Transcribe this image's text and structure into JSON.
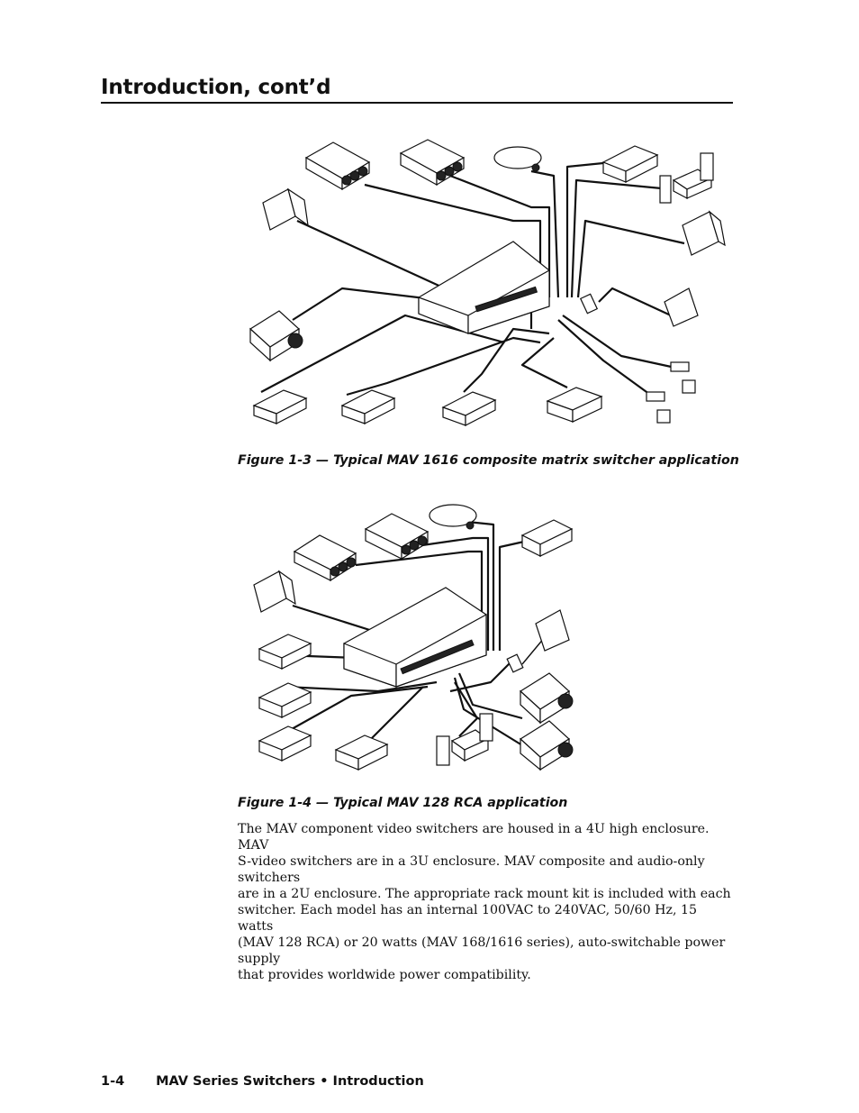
{
  "header": {
    "title": "Introduction, cont’d"
  },
  "figure1": {
    "caption": "Figure 1-3 — Typical MAV 1616 composite matrix switcher application"
  },
  "figure2": {
    "caption": "Figure 1-4 — Typical MAV 128 RCA application"
  },
  "body": {
    "lines": [
      "The MAV component video switchers are housed in a 4U high enclosure.  MAV",
      "S-video switchers are in a 3U enclosure.  MAV composite and audio-only switchers",
      "are in a 2U enclosure.  The appropriate rack mount kit is included with each",
      "switcher.  Each model has an internal 100VAC to 240VAC, 50/60 Hz, 15 watts",
      "(MAV 128 RCA) or 20 watts (MAV 168/1616 series), auto-switchable power supply",
      "that provides worldwide power compatibility."
    ]
  },
  "footer": {
    "page_number": "1-4",
    "text": "MAV Series Switchers • Introduction"
  }
}
